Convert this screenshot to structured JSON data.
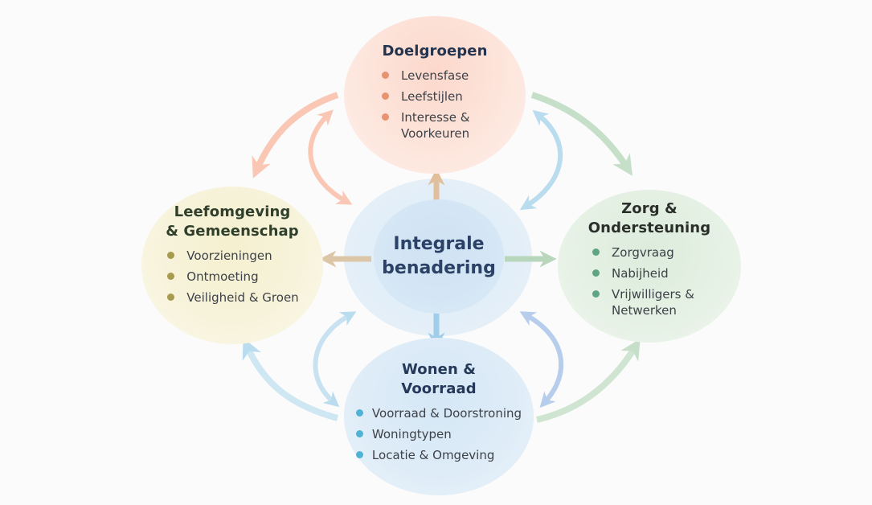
{
  "center": {
    "line1": "Integrale",
    "line2": "benadering"
  },
  "nodes": {
    "doelgroepen": {
      "title": "Doelgroepen",
      "color": "#e8926f",
      "items": [
        "Levensfase",
        "Leefstijlen",
        "Interesse & Voorkeuren"
      ]
    },
    "leefomgeving": {
      "title_line1": "Leefomgeving",
      "title_line2": "& Gemeenschap",
      "color": "#a89a4f",
      "items": [
        "Voorzieningen",
        "Ontmoeting",
        "Veiligheid & Groen"
      ]
    },
    "zorg": {
      "title_line1": "Zorg &",
      "title_line2": "Ondersteuning",
      "color": "#5fa584",
      "items": [
        "Zorgvraag",
        "Nabijheid",
        "Vrijwilligers & Netwerken"
      ]
    },
    "wonen": {
      "title_line1": "Wonen &",
      "title_line2": "Voorraad",
      "color": "#4fb3d6",
      "items": [
        "Voorraad & Doorstroning",
        "Woningtypen",
        "Locatie & Omgeving"
      ]
    }
  },
  "arrow_colors": {
    "salmon": "#f9c7b4",
    "green": "#c5dfc8",
    "blue": "#b9dcef",
    "periwinkle": "#b6cdec",
    "tan": "#e2bf9c"
  }
}
